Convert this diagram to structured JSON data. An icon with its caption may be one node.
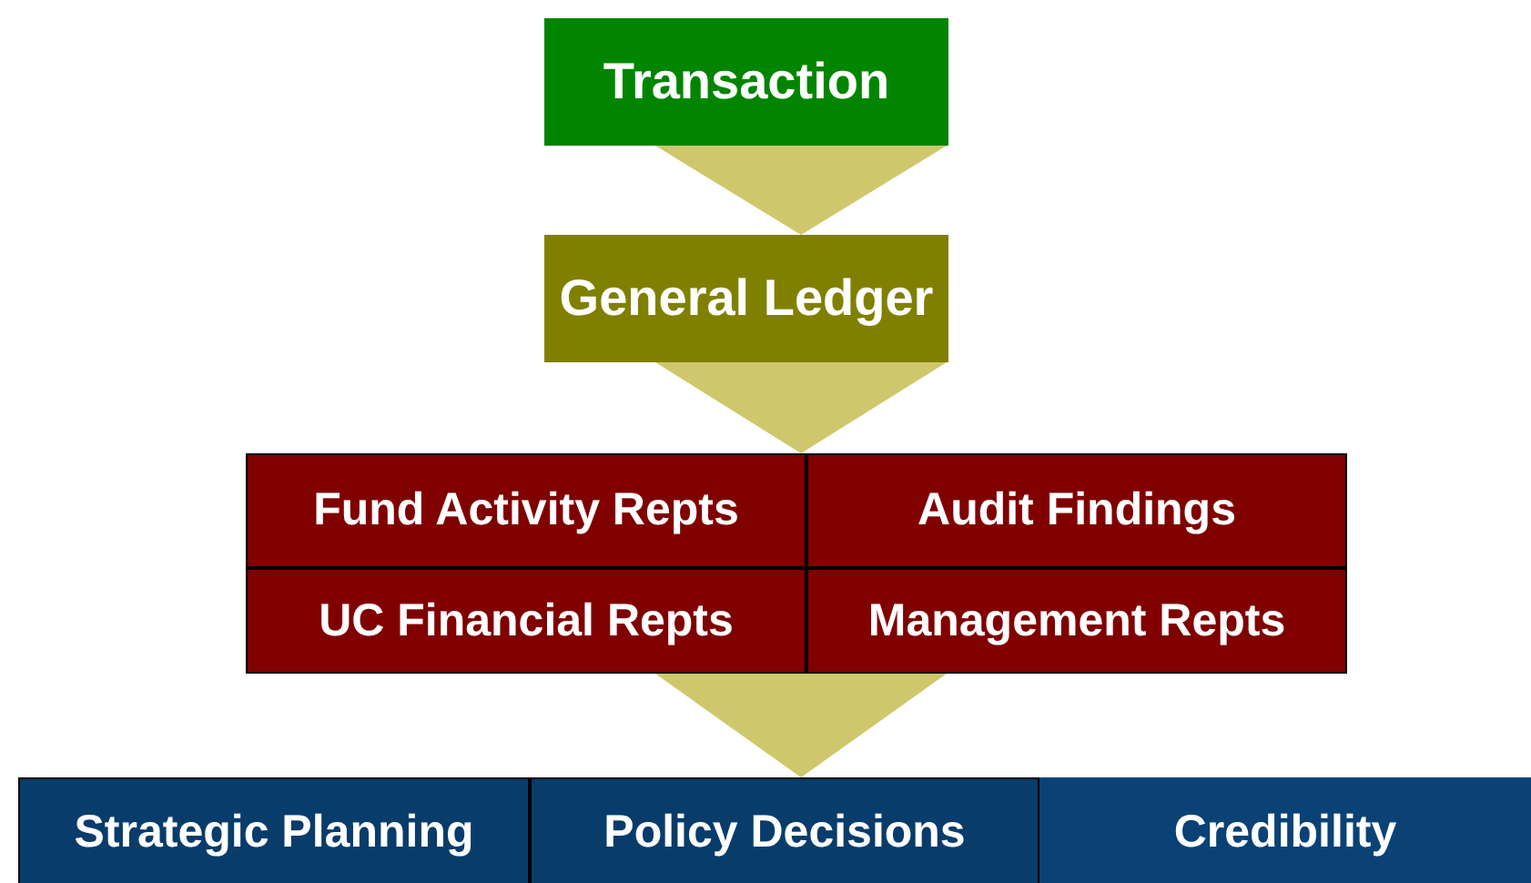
{
  "diagram": {
    "nodes": [
      {
        "text": [
          "Transaction"
        ]
      },
      {
        "text": [
          "General Ledger"
        ]
      },
      {
        "text": [],
        "shape": "box"
      },
      {
        "text": [
          "Fund Activity Repts"
        ],
        "in": 2
      },
      {
        "text": [
          "Audit Findings"
        ],
        "in": 2
      },
      {
        "text": [
          "UC Financial Repts"
        ],
        "in": 2
      },
      {
        "text": [
          "Management Repts"
        ],
        "in": 2
      },
      {
        "text": [
          "Strategic Planning"
        ]
      },
      {
        "text": [
          "Policy Decisions"
        ]
      },
      {
        "text": [
          "Credibility"
        ]
      }
    ],
    "edges": [
      {
        "from": 0,
        "to": 1,
        "arrow": "to"
      },
      {
        "from": 1,
        "to": 2,
        "arrow": "to"
      },
      {
        "from": 2,
        "to": 8,
        "arrow": "to"
      }
    ]
  }
}
